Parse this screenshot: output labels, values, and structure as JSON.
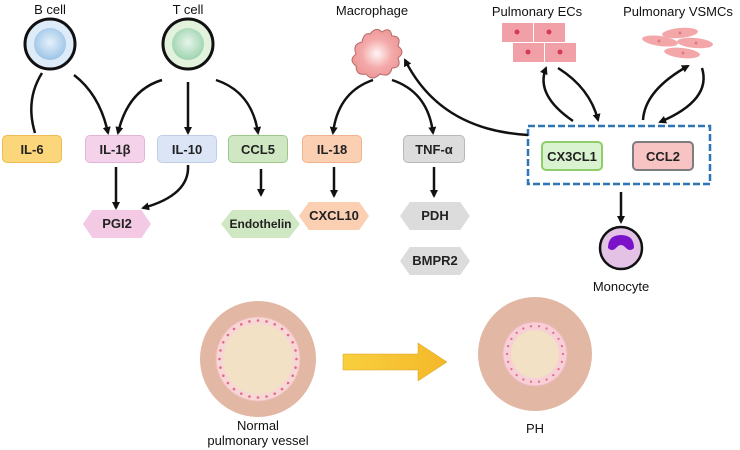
{
  "diagram": {
    "cells": {
      "b_cell": "B cell",
      "t_cell": "T cell",
      "macrophage": "Macrophage",
      "pulmonary_ecs": "Pulmonary ECs",
      "pulmonary_vsmcs": "Pulmonary VSMCs",
      "monocyte": "Monocyte"
    },
    "cytokines": {
      "il6": "IL-6",
      "il1b": "IL-1β",
      "il10": "IL-10",
      "ccl5": "CCL5",
      "il18": "IL-18",
      "tnfa": "TNF-α",
      "cx3cl1": "CX3CL1",
      "ccl2": "CCL2"
    },
    "targets": {
      "pgi2": "PGI2",
      "endothelin": "Endothelin",
      "cxcl10": "CXCL10",
      "pdh": "PDH",
      "bmpr2": "BMPR2"
    },
    "vessels": {
      "normal_line1": "Normal",
      "normal_line2": "pulmonary vessel",
      "ph": "PH"
    },
    "colors": {
      "il6": "#fcd67a",
      "il1b": "#f3d2ea",
      "il10": "#dbe5f6",
      "ccl5": "#cfe8c3",
      "il18": "#fbcfb2",
      "tnfa": "#dcdcdc",
      "cx3cl1": "#d9f2cf",
      "ccl2": "#f7c3c3",
      "chemokine_frame": "#2e75b6",
      "arrow_transition": "#f8c630"
    },
    "edges": [
      {
        "from": "B cell",
        "to": "IL-6"
      },
      {
        "from": "B cell",
        "to": "IL-1β"
      },
      {
        "from": "T cell",
        "to": "IL-1β"
      },
      {
        "from": "T cell",
        "to": "IL-10"
      },
      {
        "from": "T cell",
        "to": "CCL5"
      },
      {
        "from": "IL-1β",
        "to": "PGI2"
      },
      {
        "from": "IL-10",
        "to": "PGI2"
      },
      {
        "from": "CCL5",
        "to": "Endothelin"
      },
      {
        "from": "Macrophage",
        "to": "IL-18"
      },
      {
        "from": "Macrophage",
        "to": "TNF-α"
      },
      {
        "from": "IL-18",
        "to": "CXCL10"
      },
      {
        "from": "TNF-α",
        "to": "PDH"
      },
      {
        "from": "Chemokines",
        "to": "Macrophage"
      },
      {
        "from": "Pulmonary ECs",
        "to": "Chemokines"
      },
      {
        "from": "Chemokines",
        "to": "Pulmonary ECs"
      },
      {
        "from": "Pulmonary VSMCs",
        "to": "Chemokines"
      },
      {
        "from": "Chemokines",
        "to": "Pulmonary VSMCs"
      },
      {
        "from": "Chemokines",
        "to": "Monocyte"
      },
      {
        "from": "Normal pulmonary vessel",
        "to": "PH"
      }
    ]
  }
}
